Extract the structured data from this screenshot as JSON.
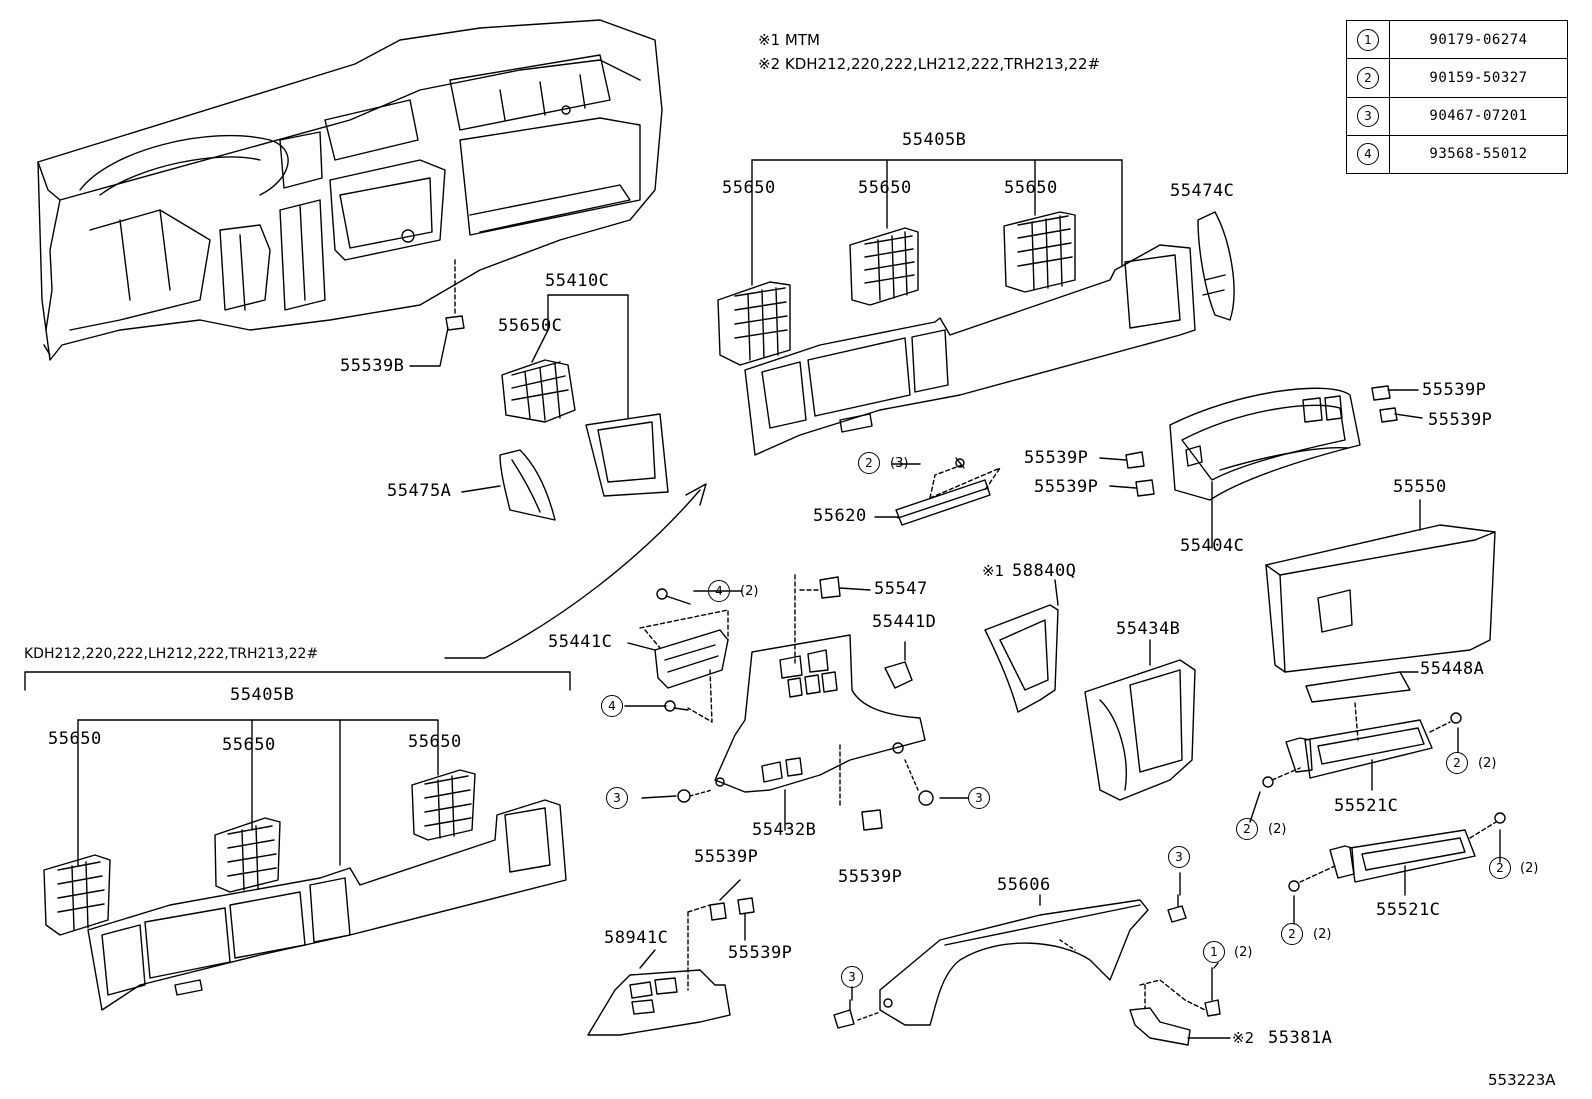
{
  "notes": {
    "mtm": "※1 MTM",
    "models": "※2 KDH212,220,222,LH212,222,TRH213,22#",
    "lower_group_models": "KDH212,220,222,LH212,222,TRH213,22#",
    "figure_code": "553223A"
  },
  "legend": [
    {
      "mark": "1",
      "part": "90179-06274"
    },
    {
      "mark": "2",
      "part": "90159-50327"
    },
    {
      "mark": "3",
      "part": "90467-07201"
    },
    {
      "mark": "4",
      "part": "93568-55012"
    }
  ],
  "labels": {
    "p55539B": "55539B",
    "p55410C": "55410C",
    "p55650C": "55650C",
    "p55475A": "55475A",
    "p55405B_top": "55405B",
    "p55650_t1": "55650",
    "p55650_t2": "55650",
    "p55650_t3": "55650",
    "p55474C": "55474C",
    "p55539P_r1": "55539P",
    "p55539P_r2": "55539P",
    "p55539P_m1": "55539P",
    "p55539P_m2": "55539P",
    "p55620": "55620",
    "p55404C": "55404C",
    "p55550": "55550",
    "p55547": "55547",
    "p55441C": "55441C",
    "p55441D": "55441D",
    "p58840Q": "58840Q",
    "p58840Q_mark": "※1",
    "p55434B": "55434B",
    "p55448A": "55448A",
    "p55405B_low": "55405B",
    "p55650_l1": "55650",
    "p55650_l2": "55650",
    "p55650_l3": "55650",
    "p55432B": "55432B",
    "p55539P_b1": "55539P",
    "p55521C_1": "55521C",
    "p55521C_2": "55521C",
    "p55539P_b2": "55539P",
    "p55539P_b3": "55539P",
    "p58941C": "58941C",
    "p55606": "55606",
    "p55381A": "55381A",
    "p55381A_mark": "※2"
  },
  "callouts": {
    "c2_3": {
      "mark": "2",
      "qty": "(3)"
    },
    "c4_2": {
      "mark": "4",
      "qty": "(2)"
    },
    "c4": {
      "mark": "4"
    },
    "c3_a": {
      "mark": "3"
    },
    "c3_b": {
      "mark": "3"
    },
    "c2_a": {
      "mark": "2",
      "qty": "(2)"
    },
    "c2_b": {
      "mark": "2",
      "qty": "(2)"
    },
    "c2_c": {
      "mark": "2",
      "qty": "(2)"
    },
    "c2_d": {
      "mark": "2",
      "qty": "(2)"
    },
    "c3_c": {
      "mark": "3"
    },
    "c3_d": {
      "mark": "3"
    },
    "c1_2": {
      "mark": "1",
      "qty": "(2)"
    }
  }
}
